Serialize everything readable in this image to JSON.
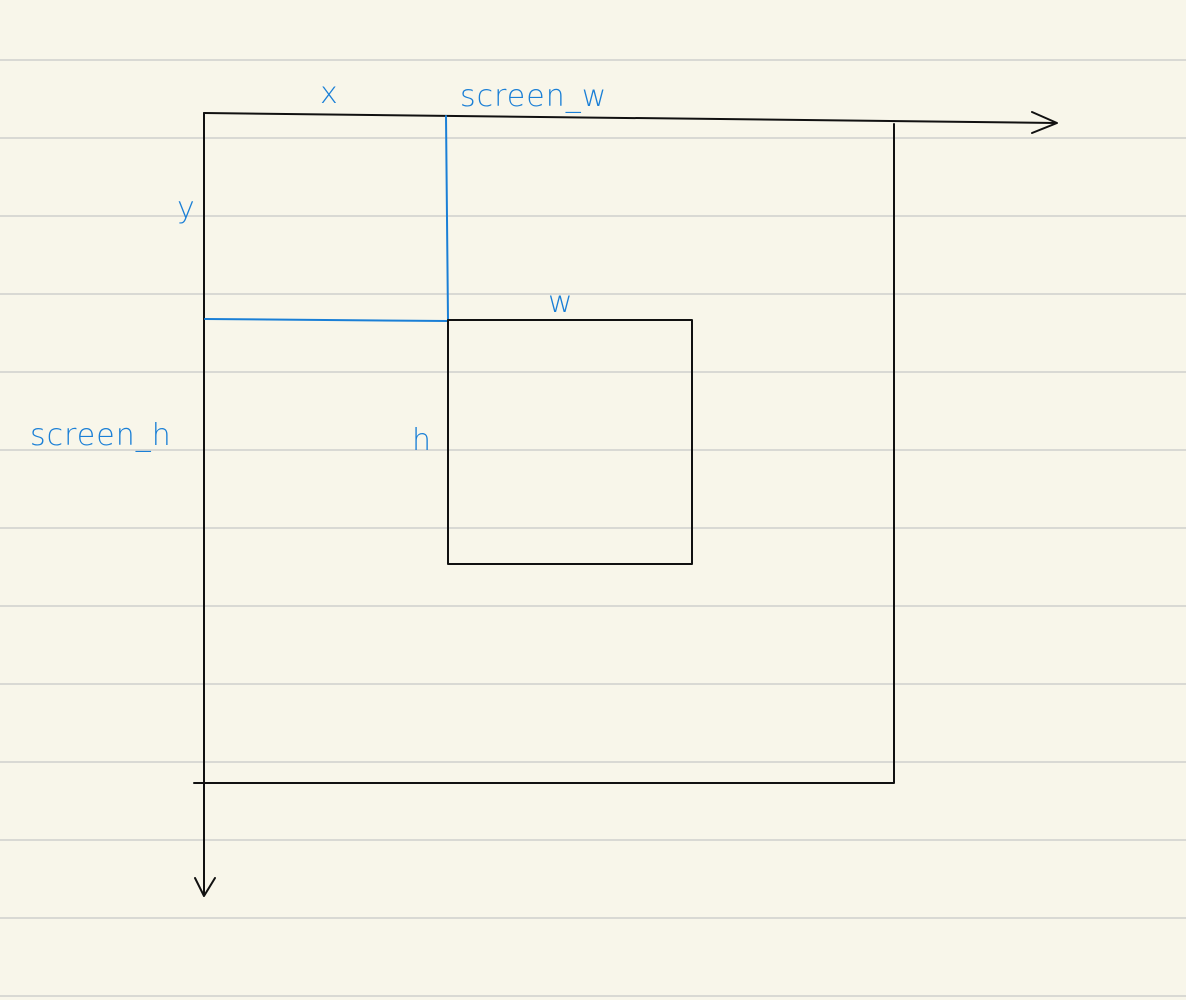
{
  "diagram": {
    "labels": {
      "x": "x",
      "y": "y",
      "screen_w": "screen_w",
      "screen_h": "screen_h",
      "w": "w",
      "h": "h"
    },
    "colors": {
      "paper": "#f8f6ea",
      "ruled_line": "#d9d9d4",
      "ink": "#111111",
      "accent": "#1a7fd6"
    }
  }
}
